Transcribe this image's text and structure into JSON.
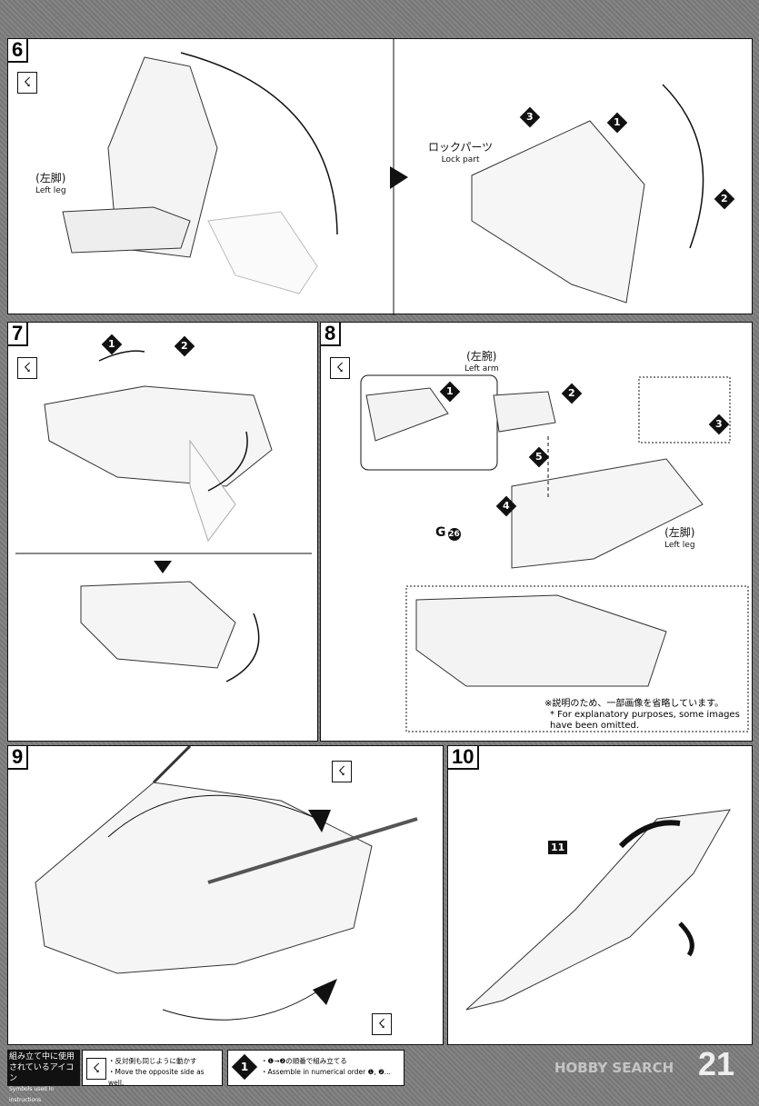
{
  "steps": {
    "s6": {
      "number": "6",
      "left_leg_jp": "(左脚)",
      "left_leg_en": "Left leg",
      "lock_jp": "ロックパーツ",
      "lock_en": "Lock part",
      "markers": [
        "1",
        "2",
        "3"
      ]
    },
    "s7": {
      "number": "7",
      "markers": [
        "1",
        "2"
      ]
    },
    "s8": {
      "number": "8",
      "left_arm_jp": "(左腕)",
      "left_arm_en": "Left arm",
      "left_leg_jp": "(左脚)",
      "left_leg_en": "Left leg",
      "part_code": "G",
      "part_num": "26",
      "markers": [
        "1",
        "2",
        "3",
        "4",
        "5"
      ],
      "note_jp": "※説明のため、一部画像を省略しています。",
      "note_en": "* For explanatory purposes, some images have been omitted."
    },
    "s9": {
      "number": "9"
    },
    "s10": {
      "number": "10",
      "part_label": "11"
    }
  },
  "legend": {
    "title_jp": "組み立て中に使用されているアイコン",
    "title_en": "Symbols used in instructions",
    "mirror_jp": "・反対側も同じように動かす",
    "mirror_en": "・Move the opposite side as well.",
    "order_icon": "1",
    "order_jp": "・❶→❷の順番で組み立てる",
    "order_en": "・Assemble in numerical order ❶, ❷..."
  },
  "page_number": "21",
  "watermark": "HOBBY SEARCH",
  "icons": {
    "mirror": "mirror-move-icon",
    "order": "numbered-diamond-icon"
  }
}
